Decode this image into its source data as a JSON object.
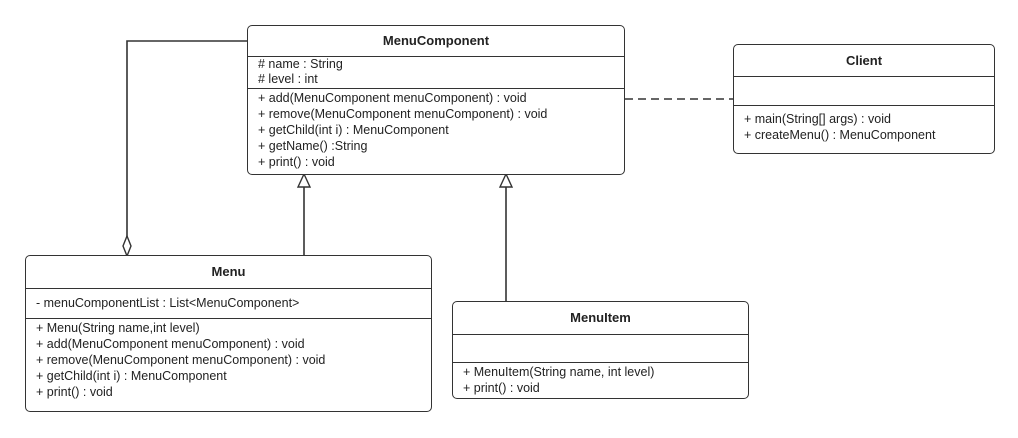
{
  "classes": {
    "menu_component": {
      "name": "MenuComponent",
      "attributes": [
        "# name : String",
        "# level : int"
      ],
      "operations": [
        "+ add(MenuComponent menuComponent) : void",
        "+ remove(MenuComponent menuComponent) : void",
        "+ getChild(int i) : MenuComponent",
        "+ getName() :String",
        "+ print() : void"
      ]
    },
    "client": {
      "name": "Client",
      "attributes": [],
      "operations": [
        "+ main(String[] args) : void",
        "+ createMenu() : MenuComponent"
      ]
    },
    "menu": {
      "name": "Menu",
      "attributes": [
        "- menuComponentList : List<MenuComponent>"
      ],
      "operations": [
        "+ Menu(String name,int level)",
        "+ add(MenuComponent menuComponent) : void",
        "+ remove(MenuComponent menuComponent) : void",
        "+ getChild(int i) : MenuComponent",
        "+ print() : void"
      ]
    },
    "menu_item": {
      "name": "MenuItem",
      "attributes": [],
      "operations": [
        "+ MenuItem(String name, int level)",
        "+ print() : void"
      ]
    }
  },
  "colors": {
    "line": "#333333",
    "background": "#ffffff"
  }
}
